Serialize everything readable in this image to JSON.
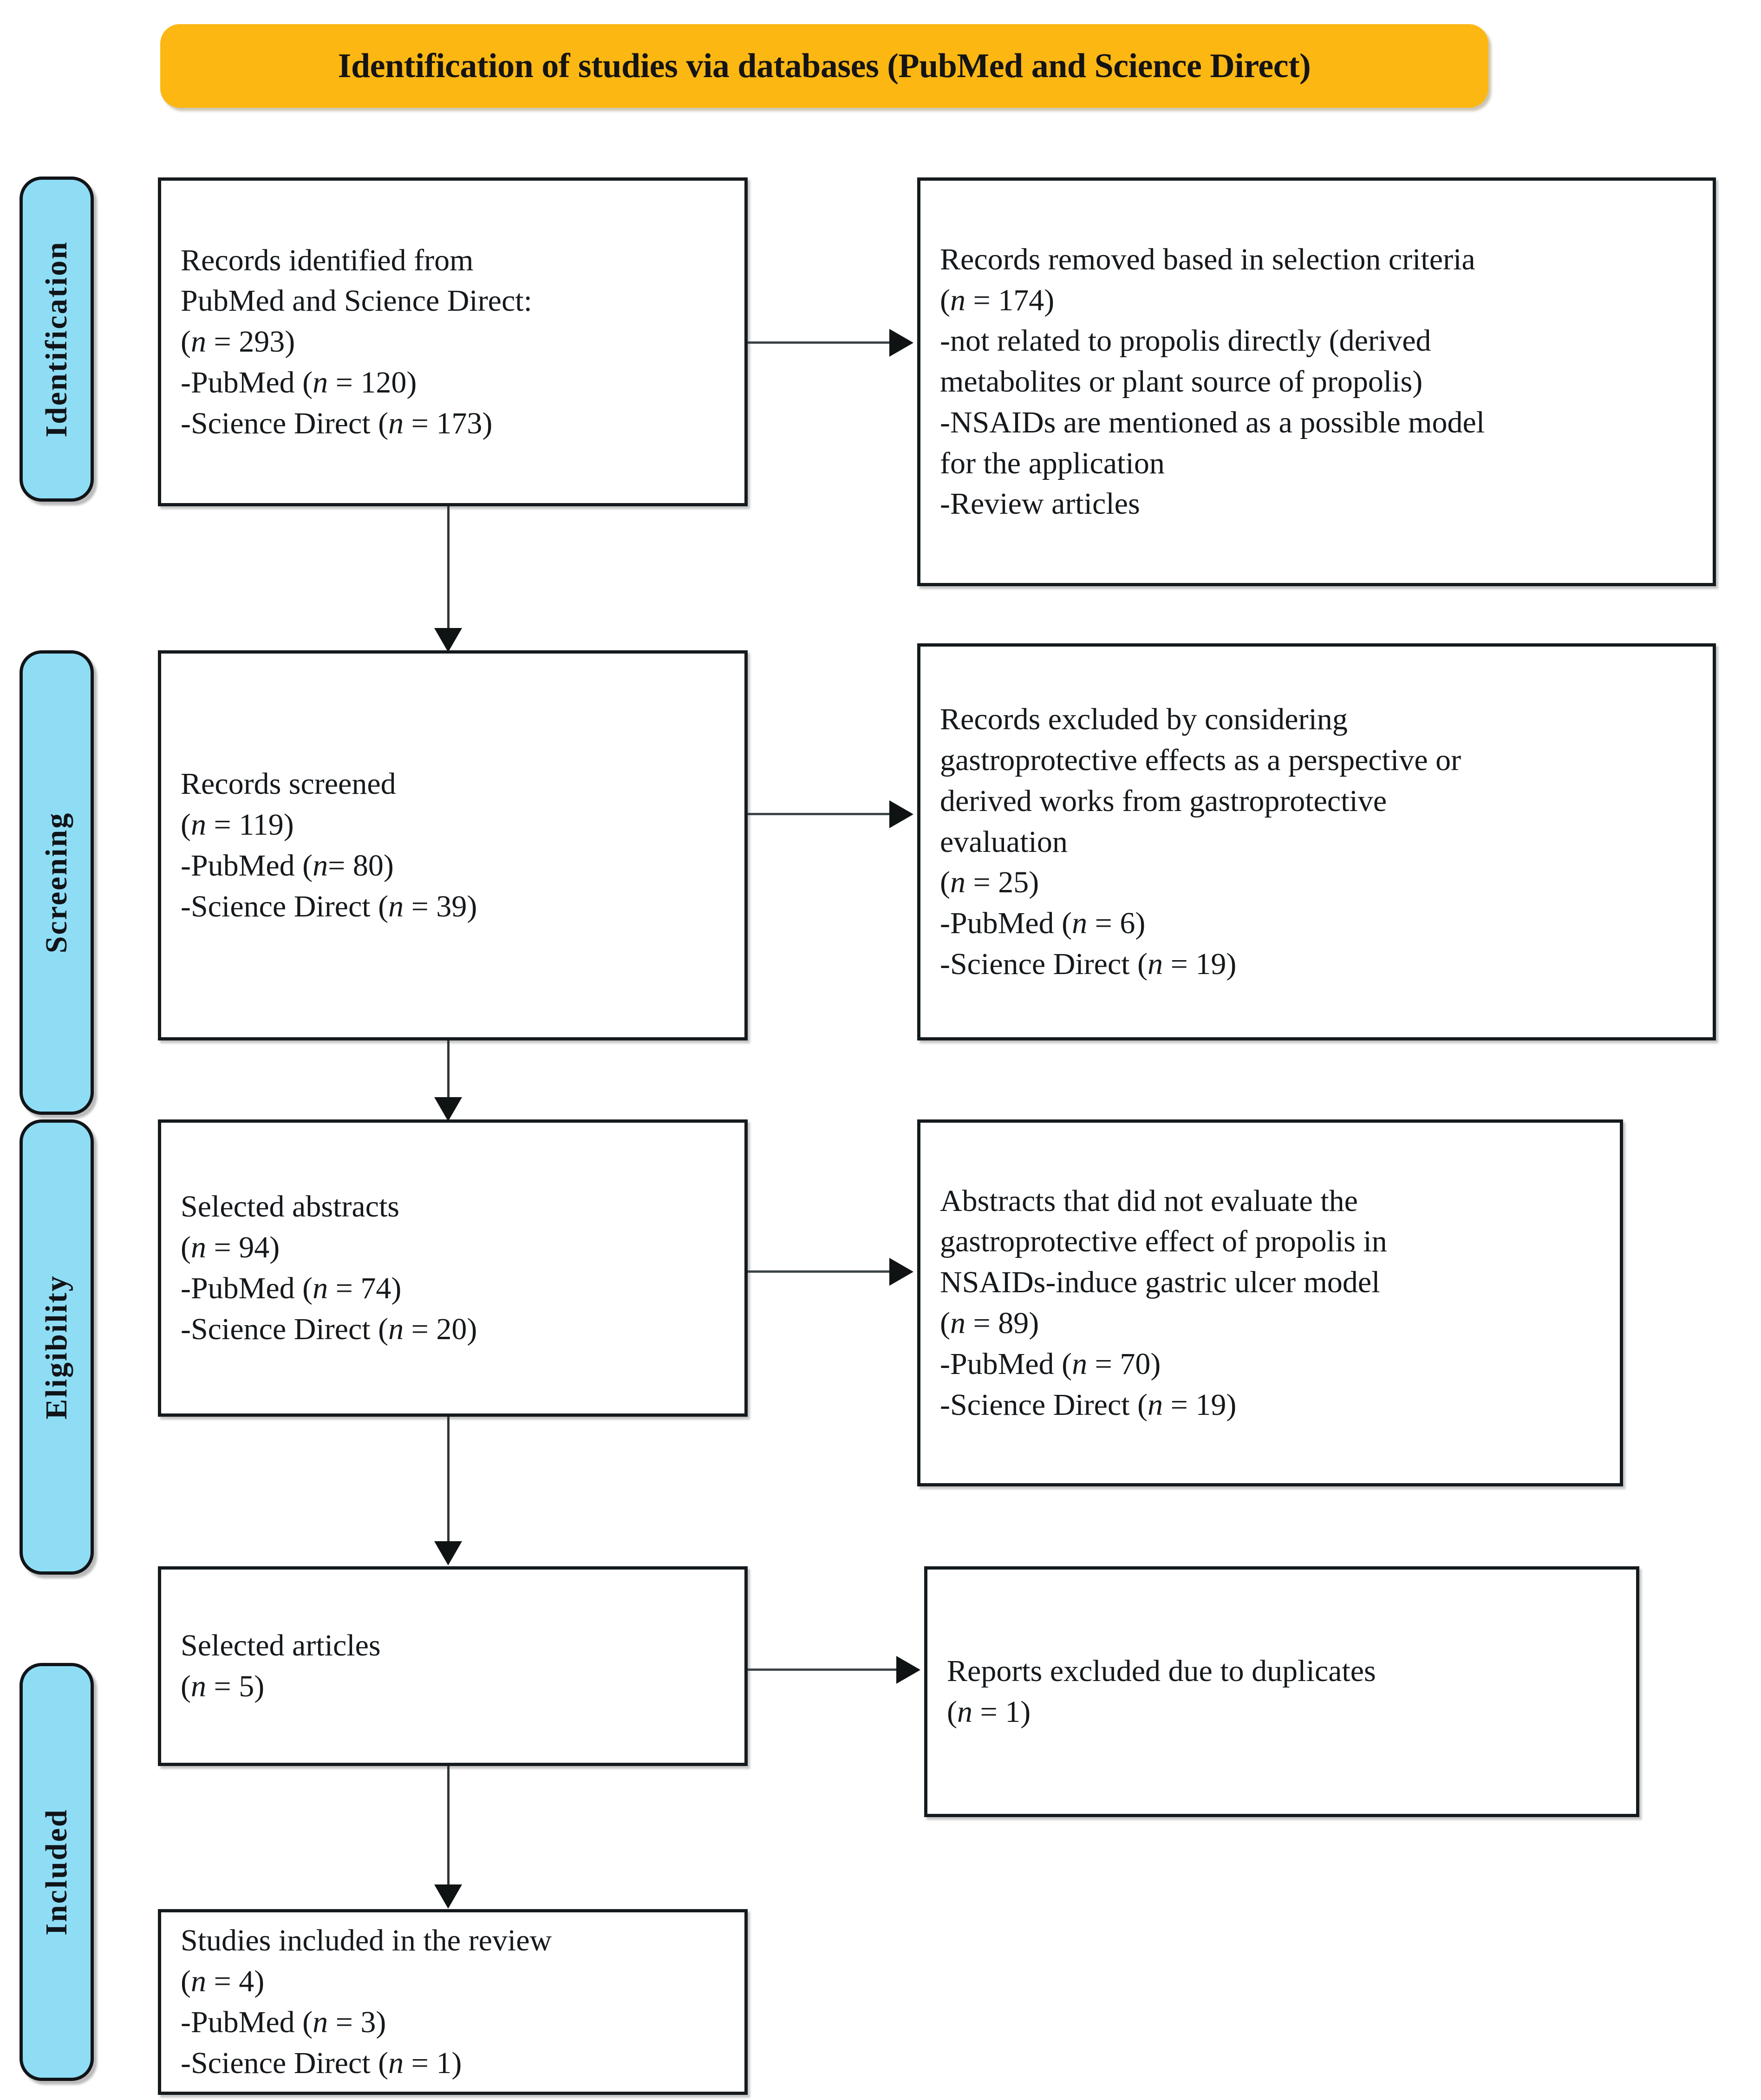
{
  "banner": {
    "title": "Identification of studies via databases (PubMed and Science Direct)",
    "color": "#FDB713"
  },
  "colors": {
    "banner_orange": "#FDB713",
    "stage_blue": "#8FDDF5",
    "border_dark": "#141A1D",
    "text": "#15191C"
  },
  "stages": [
    {
      "label": "Identification"
    },
    {
      "label": "Screening"
    },
    {
      "label": "Eligibility"
    },
    {
      "label": "Included"
    }
  ],
  "boxes": {
    "identified": {
      "lines": [
        "Records identified from",
        "PubMed and Science Direct:",
        "(n = 293)",
        "-PubMed (n = 120)",
        "-Science Direct (n = 173)"
      ]
    },
    "removed_criteria": {
      "lines": [
        "Records removed based in selection criteria",
        "(n = 174)",
        "-not related to propolis directly (derived",
        "metabolites or plant source of propolis)",
        "-NSAIDs are mentioned as a possible model",
        "for the application",
        "-Review articles"
      ]
    },
    "screened": {
      "lines": [
        "Records screened",
        "(n = 119)",
        "-PubMed (n= 80)",
        "-Science Direct (n = 39)"
      ]
    },
    "excluded_gastroprotective": {
      "lines": [
        "Records excluded by considering",
        "gastroprotective effects as a perspective or",
        "derived works from gastroprotective",
        "evaluation",
        "(n = 25)",
        "-PubMed (n = 6)",
        "-Science Direct (n = 19)"
      ]
    },
    "selected_abstracts": {
      "lines": [
        "Selected abstracts",
        "(n = 94)",
        "-PubMed (n = 74)",
        "-Science Direct (n = 20)"
      ]
    },
    "abstracts_excluded": {
      "lines": [
        "Abstracts that did not evaluate the",
        "gastroprotective effect of propolis in",
        "NSAIDs-induce gastric ulcer model",
        "(n = 89)",
        "-PubMed (n = 70)",
        "-Science Direct (n = 19)"
      ]
    },
    "selected_articles": {
      "lines": [
        "Selected articles",
        "(n = 5)"
      ]
    },
    "reports_excluded": {
      "lines": [
        "Reports excluded due to duplicates",
        "(n = 1)"
      ]
    },
    "studies_included": {
      "lines": [
        "Studies included in the review",
        "(n = 4)",
        "-PubMed (n = 3)",
        "-Science Direct (n = 1)"
      ]
    }
  }
}
